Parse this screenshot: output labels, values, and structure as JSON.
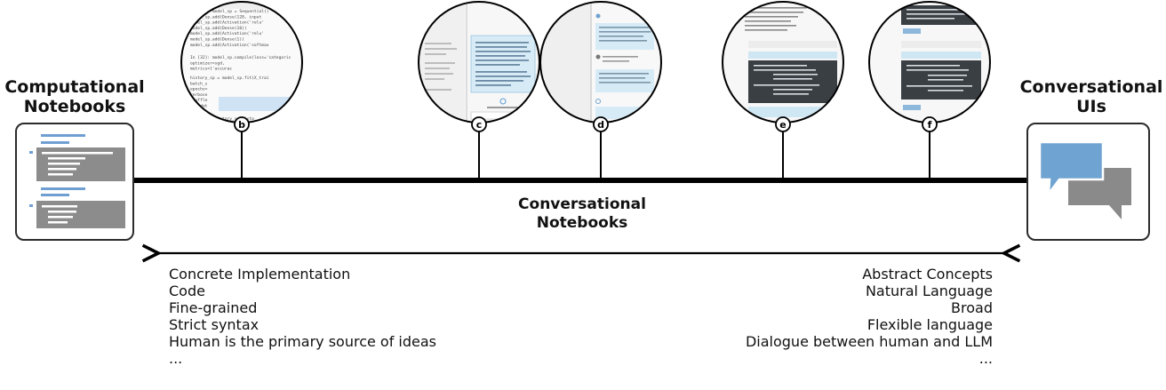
{
  "left_end": {
    "title_line1": "Computational",
    "title_line2": "Notebooks"
  },
  "right_end": {
    "title_line1": "Conversational",
    "title_line2": "UIs"
  },
  "center": {
    "title_line1": "Conversational",
    "title_line2": "Notebooks"
  },
  "snapshots": [
    {
      "letter": "b"
    },
    {
      "letter": "c"
    },
    {
      "letter": "d"
    },
    {
      "letter": "e"
    },
    {
      "letter": "f"
    }
  ],
  "snapshot_b_code": [
    "In [31]:  model_sp = Sequential()",
    "          model_sp.add(Dense(128, input",
    "          model_sp.add(Activation('relu'",
    "          model_sp.add(Dense(10))",
    "          model_sp.add(Activation('relu'",
    "          model_sp.add(Dense(1))",
    "          model_sp.add(Activation('softmax",
    "In [32]:  model_sp.compile(loss='categoric",
    "                   optimizer=sgd,",
    "                   metrics=['accurac",
    "          history_sp = model_sp.fit(X_trai",
    "                   batch_s",
    "                   epochs=",
    "                   verbose",
    "                   shuffle",
    "                   validat",
    "          loss_sp = history_sp.histo",
    "          acc_sp = history_sp.histo"
  ],
  "left_list": [
    "Concrete Implementation",
    "Code",
    "Fine-grained",
    "Strict syntax",
    "Human is the primary source of ideas",
    "..."
  ],
  "right_list": [
    "Abstract Concepts",
    "Natural Language",
    "Broad",
    "Flexible language",
    "Dialogue between human and LLM",
    "..."
  ],
  "colors": {
    "line": "#000000",
    "card_border": "#2b2b2b",
    "notebook_gray": "#8c8c8c",
    "notebook_blue": "#6f9fd2",
    "bubble_blue": "#6fa3d1",
    "bubble_gray": "#8a8a8a",
    "code_dark": "#3a3f44",
    "chat_blue": "#cfe6f3"
  }
}
